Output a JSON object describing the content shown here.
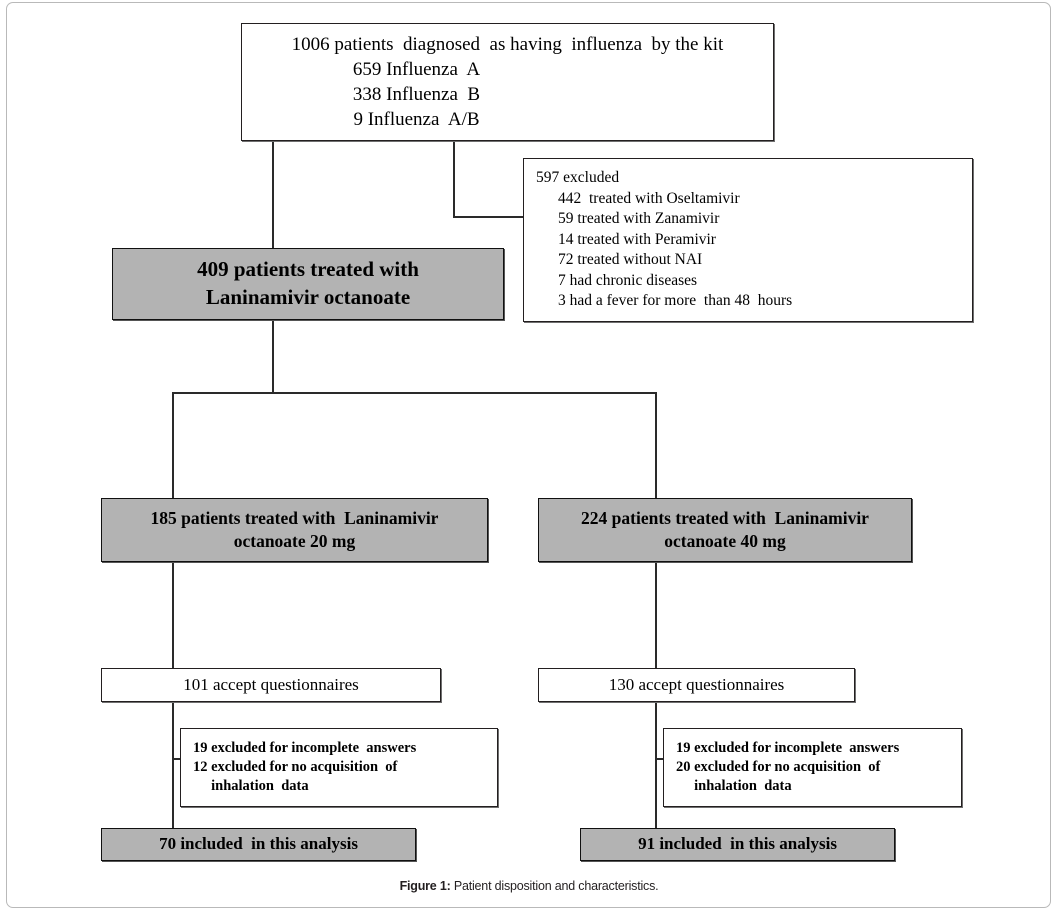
{
  "figure": {
    "caption_label": "Figure 1:",
    "caption_text": " Patient disposition and characteristics."
  },
  "colors": {
    "box_fill_gray": "#b3b3b3",
    "box_fill_white": "#ffffff",
    "line": "#2a2a2a",
    "border": "#231f20",
    "page_border": "#b9b9b9"
  },
  "chart_data": {
    "type": "diagram",
    "title": "Patient disposition and characteristics",
    "nodes": [
      {
        "id": "enrolled",
        "style": "white",
        "lines": [
          "1006 patients  diagnosed  as having  influenza  by the kit",
          "659 Influenza  A",
          "338 Influenza  B",
          "9 Influenza  A/B"
        ]
      },
      {
        "id": "excluded",
        "style": "white",
        "lines": [
          "597 excluded",
          "442  treated with Oseltamivir",
          "59 treated with Zanamivir",
          "14 treated with Peramivir",
          "72 treated without NAI",
          "7 had chronic diseases",
          "3 had a fever for more  than 48  hours"
        ]
      },
      {
        "id": "treated",
        "style": "gray",
        "lines": [
          "409 patients treated with",
          "Laninamivir octanoate"
        ]
      },
      {
        "id": "arm20",
        "style": "gray",
        "lines": [
          "185 patients treated with  Laninamivir",
          "octanoate 20 mg"
        ]
      },
      {
        "id": "arm40",
        "style": "gray",
        "lines": [
          "224 patients treated with  Laninamivir",
          "octanoate 40 mg"
        ]
      },
      {
        "id": "quest20",
        "style": "white",
        "lines": [
          "101 accept questionnaires"
        ]
      },
      {
        "id": "quest40",
        "style": "white",
        "lines": [
          "130 accept questionnaires"
        ]
      },
      {
        "id": "excl20",
        "style": "white",
        "lines": [
          "19 excluded for incomplete  answers",
          "12 excluded for no acquisition  of",
          "     inhalation  data"
        ]
      },
      {
        "id": "excl40",
        "style": "white",
        "lines": [
          "19 excluded for incomplete  answers",
          "20 excluded for no acquisition  of",
          "     inhalation  data"
        ]
      },
      {
        "id": "final20",
        "style": "gray",
        "lines": [
          "70 included  in this analysis"
        ]
      },
      {
        "id": "final40",
        "style": "gray",
        "lines": [
          "91 included  in this analysis"
        ]
      }
    ],
    "numbers": {
      "total_diagnosed": 1006,
      "influenza_a": 659,
      "influenza_b": 338,
      "influenza_ab": 9,
      "excluded_total": 597,
      "excluded_oseltamivir": 442,
      "excluded_zanamivir": 59,
      "excluded_peramivir": 14,
      "excluded_without_nai": 72,
      "excluded_chronic": 7,
      "excluded_fever_48h": 3,
      "treated_total": 409,
      "arm_20mg": 185,
      "arm_40mg": 224,
      "questionnaires_20mg": 101,
      "questionnaires_40mg": 130,
      "excluded_incomplete_20mg": 19,
      "excluded_no_inhalation_20mg": 12,
      "excluded_incomplete_40mg": 19,
      "excluded_no_inhalation_40mg": 20,
      "final_20mg": 70,
      "final_40mg": 91
    }
  }
}
